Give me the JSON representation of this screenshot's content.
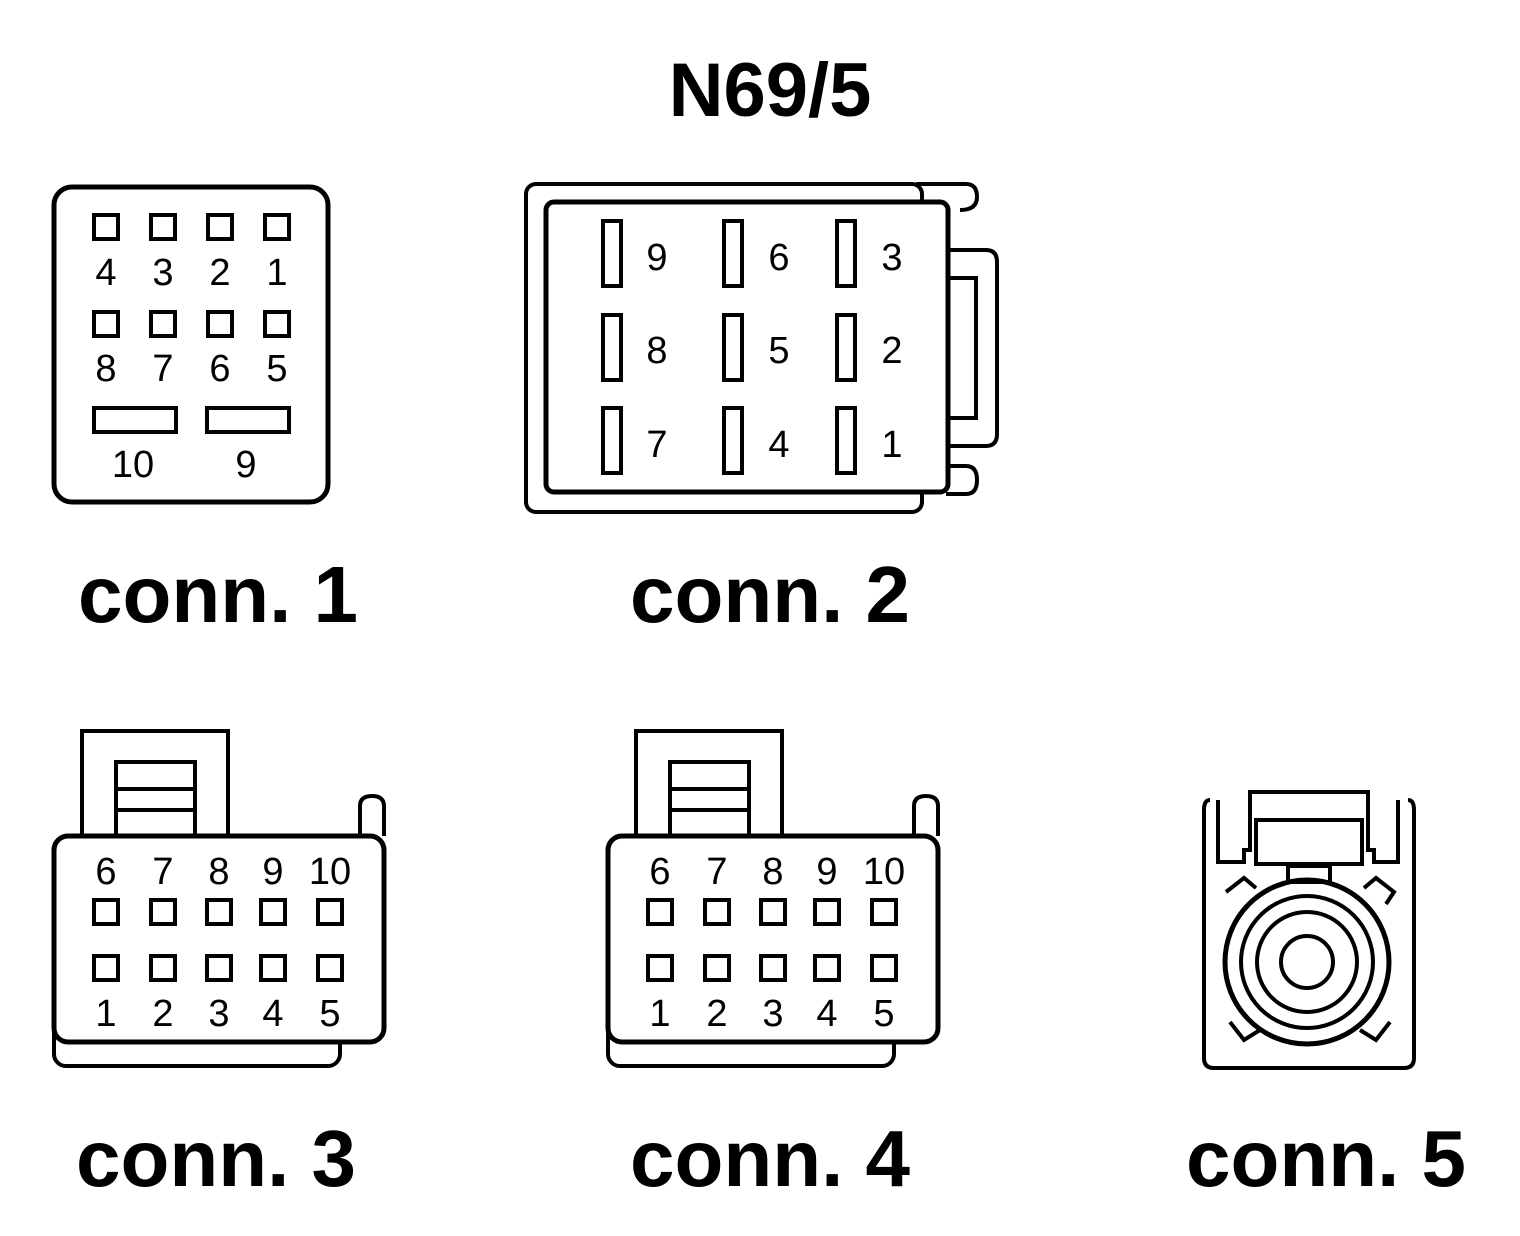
{
  "title": "N69/5",
  "connectors": [
    {
      "caption": "conn. 1",
      "pins": [
        "4",
        "3",
        "2",
        "1",
        "8",
        "7",
        "6",
        "5",
        "10",
        "9"
      ]
    },
    {
      "caption": "conn. 2",
      "pins": [
        "9",
        "6",
        "3",
        "8",
        "5",
        "2",
        "7",
        "4",
        "1"
      ]
    },
    {
      "caption": "conn. 3",
      "pins": [
        "6",
        "7",
        "8",
        "9",
        "10",
        "1",
        "2",
        "3",
        "4",
        "5"
      ]
    },
    {
      "caption": "conn. 4",
      "pins": [
        "6",
        "7",
        "8",
        "9",
        "10",
        "1",
        "2",
        "3",
        "4",
        "5"
      ]
    },
    {
      "caption": "conn. 5",
      "pins": []
    }
  ]
}
